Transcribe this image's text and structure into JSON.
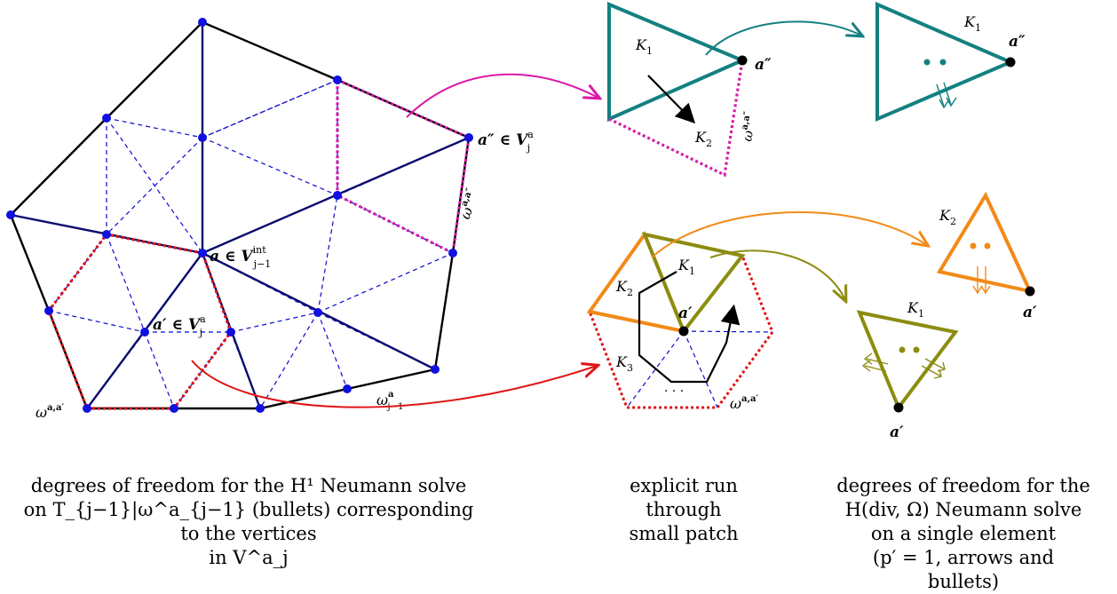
{
  "labels": {
    "a_int": "a ∈ V",
    "a_int_sup": "int",
    "a_int_sub": "j−1",
    "a_prime": "a′ ∈ V",
    "a_prime_sup": "a",
    "a_prime_sub": "j",
    "a_dprime": "a″ ∈ V",
    "a_dprime_sup": "a",
    "a_dprime_sub": "j",
    "omega_aa_prime": "ω",
    "omega_aa_prime_sup": "a,a′",
    "omega_aa_dprime": "ω",
    "omega_aa_dprime_sup": "a,a″",
    "omega_j1": "ω",
    "omega_j1_sup": "a",
    "omega_j1_sub": "j−1",
    "K1_top": "K",
    "K1_top_sub": "1",
    "K2_top": "K",
    "K2_top_sub": "2",
    "K1_teal": "K",
    "K1_teal_sub": "1",
    "a_dprime_teal": "a″",
    "a_dprime_top": "a″",
    "omega_top": "ω",
    "omega_top_sup": "a,a″",
    "K1_hex": "K",
    "K1_hex_sub": "1",
    "K2_hex": "K",
    "K2_hex_sub": "2",
    "K3_hex": "K",
    "K3_hex_sub": "3",
    "a_prime_hex": "a′",
    "dots": "· · ·",
    "omega_hex": "ω",
    "omega_hex_sup": "a,a′",
    "K2_orange": "K",
    "K2_orange_sub": "2",
    "a_prime_orange": "a′",
    "K1_olive": "K",
    "K1_olive_sub": "1",
    "a_prime_olive": "a′"
  },
  "captions": {
    "left": "degrees of freedom for the H¹ Neumann solve\non T_{j−1}|ω^a_{j−1} (bullets) corresponding to the vertices\nin V^a_j",
    "middle": "explicit run\nthrough\nsmall patch",
    "right": "degrees of freedom for the\nH(div, Ω) Neumann solve\non a single element\n(p′ = 1, arrows and\nbullets)"
  },
  "colors": {
    "blue": "#0a0acc",
    "navy": "#0b0b6e",
    "magenta": "#d91aa8",
    "red": "#e01515",
    "teal": "#138080",
    "orange": "#f28a18",
    "olive": "#8c8c10"
  }
}
